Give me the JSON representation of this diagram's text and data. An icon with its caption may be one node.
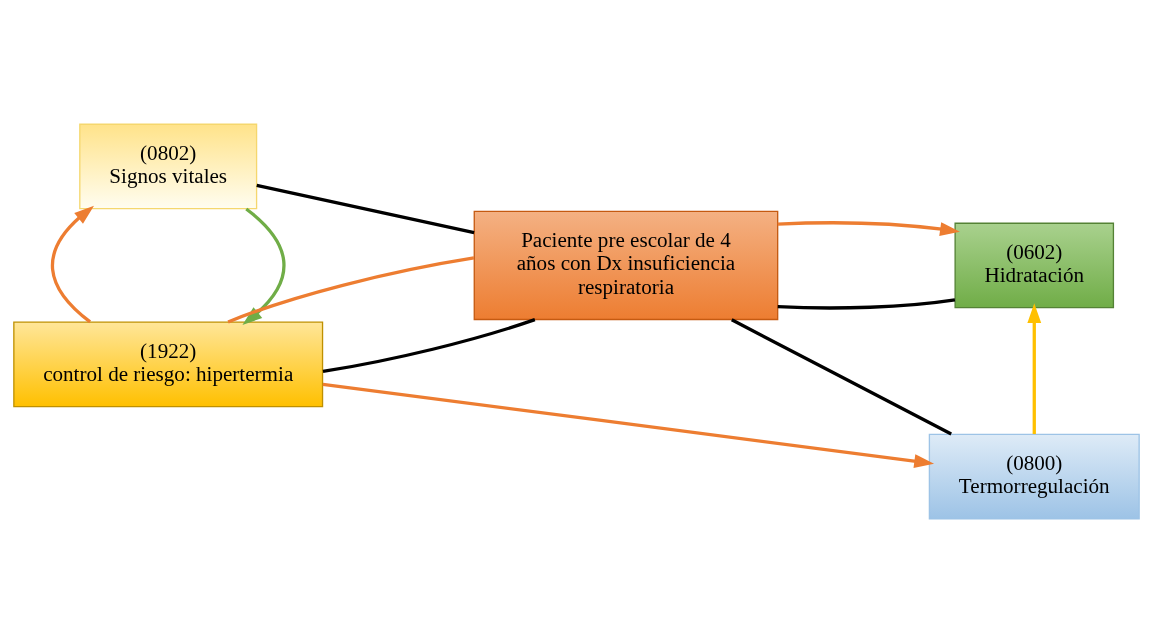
{
  "diagram": {
    "nodes": [
      {
        "text": [
          "(0802)",
          "Signos vitales"
        ]
      },
      {
        "text": [
          "(0602)",
          "Hidratación"
        ]
      },
      {
        "text": [
          "Paciente pre escolar de 4 años con Dx insuficiencia respiratoria"
        ]
      },
      {
        "text": [
          "(1922)",
          "control de riesgo: hipertermia"
        ]
      },
      {
        "text": [
          "(0800)",
          "Termorregulación"
        ]
      }
    ],
    "edges": [
      {
        "from": 0,
        "to": 2,
        "arrow": "none",
        "color": "#000000"
      },
      {
        "from": 2,
        "to": 1,
        "arrow": "none",
        "color": "#000000"
      },
      {
        "from": 3,
        "to": 2,
        "arrow": "none",
        "color": "#000000"
      },
      {
        "from": 2,
        "to": 4,
        "arrow": "none",
        "color": "#000000"
      },
      {
        "from": 0,
        "to": 3,
        "arrow": "to",
        "color": "#70ad47"
      },
      {
        "from": 3,
        "to": 0,
        "arrow": "to",
        "color": "#ed7d31"
      },
      {
        "from": 2,
        "to": 1,
        "arrow": "to",
        "color": "#ed7d31"
      },
      {
        "from": 4,
        "to": 1,
        "arrow": "to",
        "color": "#ffc000"
      },
      {
        "from": 3,
        "to": 2,
        "arrow": "none",
        "color": "#ed7d31"
      },
      {
        "from": 3,
        "to": 4,
        "arrow": "to",
        "color": "#ed7d31"
      }
    ]
  }
}
